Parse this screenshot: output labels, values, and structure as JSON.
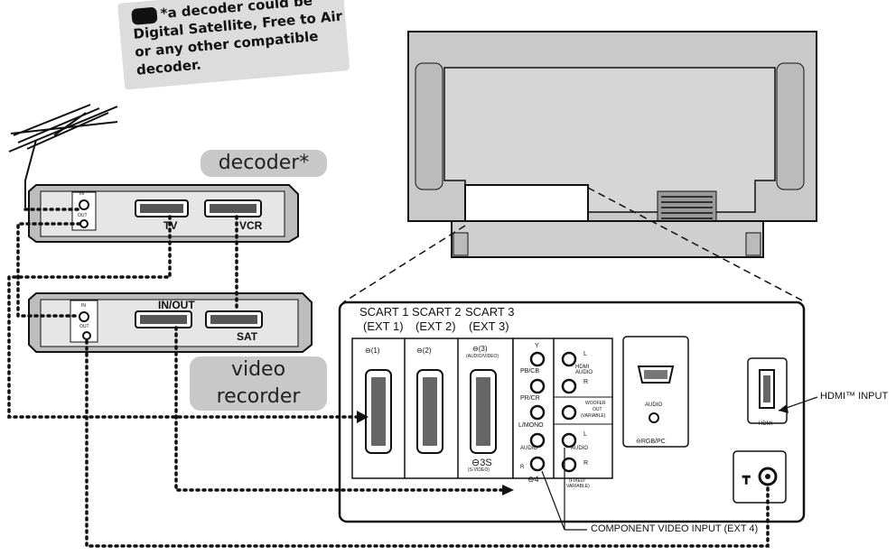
{
  "note": {
    "text": "*a decoder could be Digital Satellite, Free to Air or any other compatible decoder."
  },
  "decoder": {
    "label": "decoder*",
    "ports": {
      "in": "IN",
      "out": "OUT"
    },
    "scart_tv": "TV",
    "scart_vcr": "VCR"
  },
  "video_recorder": {
    "label": "video recorder",
    "ports": {
      "in": "IN",
      "out": "OUT"
    },
    "scart_inout": "IN/OUT",
    "scart_sat": "SAT"
  },
  "panel": {
    "scart1": {
      "name": "SCART 1",
      "ext": "(EXT 1)",
      "tag": "(1)"
    },
    "scart2": {
      "name": "SCART 2",
      "ext": "(EXT 2)",
      "tag": "(2)"
    },
    "scart3": {
      "name": "SCART 3",
      "ext": "(EXT 3)",
      "tag": "(3)",
      "sub": "(AUDIO/VIDEO)"
    },
    "s_video": {
      "label": "3S",
      "sub": "(S-VIDEO)"
    },
    "component": {
      "y": "Y",
      "pb": "PB/CB",
      "pr": "PR/CR",
      "lmono": "L/MONO",
      "audio": "AUDIO",
      "r": "R",
      "num": "4"
    },
    "hdmi_audio": {
      "l": "L",
      "label1": "HDMI",
      "label2": "AUDIO",
      "r": "R"
    },
    "woofer": {
      "line1": "WOOFER",
      "line2": "OUT",
      "line3": "(VARIABLE)"
    },
    "audio_out": {
      "audio": "AUDIO",
      "l": "L",
      "r": "R",
      "sub1": "(FIXED/",
      "sub2": "VARIABLE)"
    },
    "rgb": {
      "audio": "AUDIO",
      "label": "RGB/PC"
    },
    "hdmi": {
      "label": "HDMI"
    }
  },
  "callouts": {
    "hdmi_input": "HDMI™ INPUT",
    "component_input": "COMPONENT VIDEO INPUT (EXT 4)"
  }
}
